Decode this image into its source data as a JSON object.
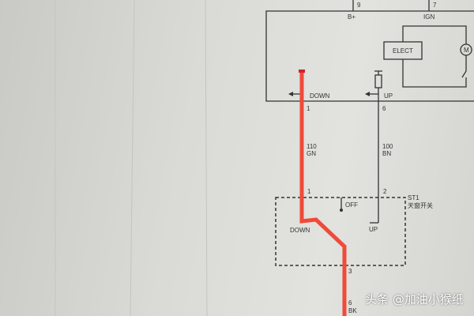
{
  "module": {
    "pin_bplus": "9",
    "pin_ign": "7",
    "label_bplus": "B+",
    "label_ign": "IGN",
    "elect": "ELECT",
    "motor": "M",
    "down": "DOWN",
    "up": "UP",
    "pin_down": "1",
    "pin_up": "6"
  },
  "wires": {
    "down_circuit": "110",
    "down_color": "GN",
    "up_circuit": "100",
    "up_color": "BN",
    "ground_pin": "6",
    "ground_color": "BK"
  },
  "switch": {
    "pin1": "1",
    "pin2": "2",
    "pin3": "3",
    "off": "OFF",
    "down": "DOWN",
    "up": "UP",
    "id": "ST1",
    "name": "天窗开关"
  },
  "colors": {
    "highlight": "#f04a3a",
    "line": "#333333"
  },
  "watermark": "头条 @加油小猴纸"
}
